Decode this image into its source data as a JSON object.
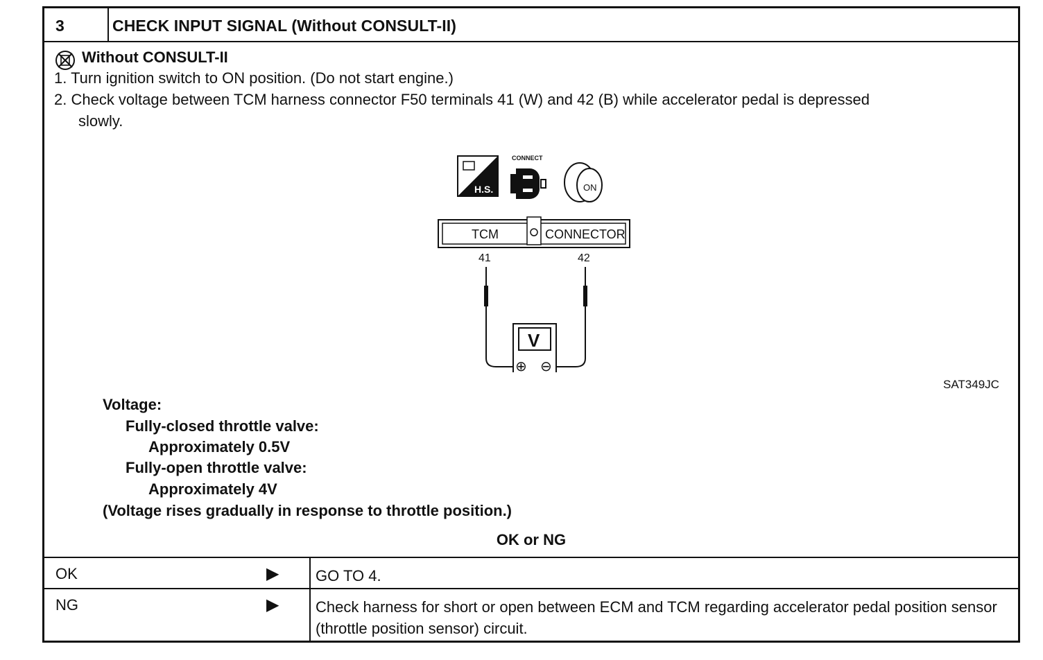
{
  "header": {
    "step_number": "3",
    "title": "CHECK INPUT SIGNAL (Without CONSULT-II)"
  },
  "instructions": {
    "mode_label": "Without CONSULT-II",
    "steps": [
      "1.  Turn ignition switch to ON position. (Do not start engine.)",
      "2.  Check voltage between TCM harness connector F50 terminals 41 (W) and 42 (B) while accelerator pedal is depressed",
      "slowly."
    ]
  },
  "diagram": {
    "connect_label": "CONNECT",
    "hs_label": "H.S.",
    "on_label": "ON",
    "tcm_label": "TCM",
    "connector_label": "CONNECTOR",
    "terminal_left": "41",
    "terminal_right": "42",
    "meter_label": "V",
    "plus": "⊕",
    "minus": "⊖",
    "figure_code": "SAT349JC"
  },
  "spec": {
    "voltage_label": "Voltage:",
    "closed_label": "Fully-closed throttle valve:",
    "closed_value": "Approximately 0.5V",
    "open_label": "Fully-open throttle valve:",
    "open_value": "Approximately 4V",
    "note": "(Voltage rises gradually in response to throttle position.)"
  },
  "judgement": "OK or NG",
  "results": [
    {
      "label": "OK",
      "arrow": "▶",
      "action": "GO TO 4."
    },
    {
      "label": "NG",
      "arrow": "▶",
      "action": "Check harness for short or open between ECM and TCM regarding accelerator pedal position sensor (throttle position sensor) circuit."
    }
  ]
}
